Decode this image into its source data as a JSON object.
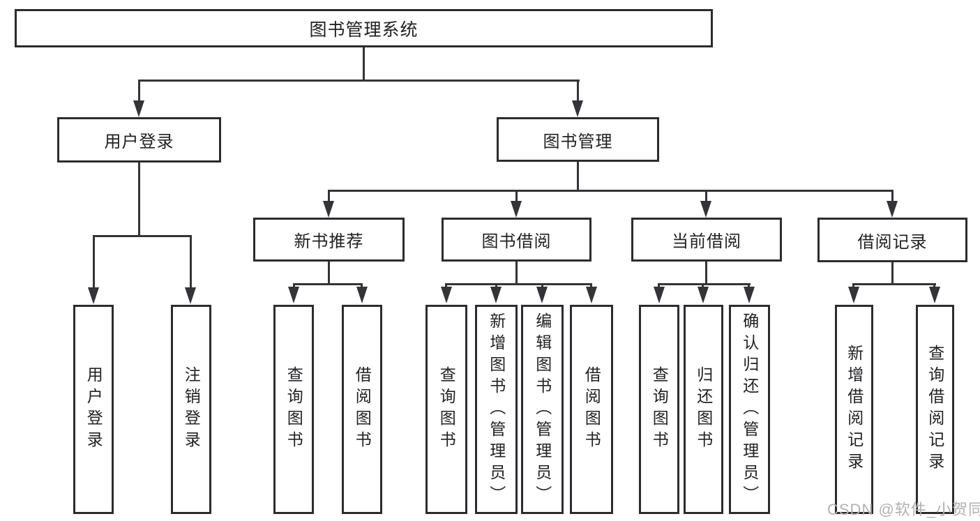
{
  "diagram": {
    "title": "图书管理系统",
    "root": {
      "label": "图书管理系统"
    },
    "branches": [
      {
        "label": "用户登录",
        "children": [
          {
            "label": "用户登录"
          },
          {
            "label": "注销登录"
          }
        ]
      },
      {
        "label": "图书管理",
        "children": [
          {
            "label": "新书推荐",
            "children": [
              {
                "label": "查询图书"
              },
              {
                "label": "借阅图书"
              }
            ]
          },
          {
            "label": "图书借阅",
            "children": [
              {
                "label": "查询图书"
              },
              {
                "label": "新增图书（管理员）"
              },
              {
                "label": "编辑图书（管理员）"
              },
              {
                "label": "借阅图书"
              }
            ]
          },
          {
            "label": "当前借阅",
            "children": [
              {
                "label": "查询图书"
              },
              {
                "label": "归还图书"
              },
              {
                "label": "确认归还（管理员）"
              }
            ]
          },
          {
            "label": "借阅记录",
            "children": [
              {
                "label": "新增借阅记录"
              },
              {
                "label": "查询借阅记录"
              }
            ]
          }
        ]
      }
    ]
  },
  "colors": {
    "line": "#333438",
    "border": "#2b2c30",
    "text": "#202124",
    "watermark": "#b3b1b1"
  },
  "watermark": {
    "text": "CSDN @软件_小贺同学"
  }
}
